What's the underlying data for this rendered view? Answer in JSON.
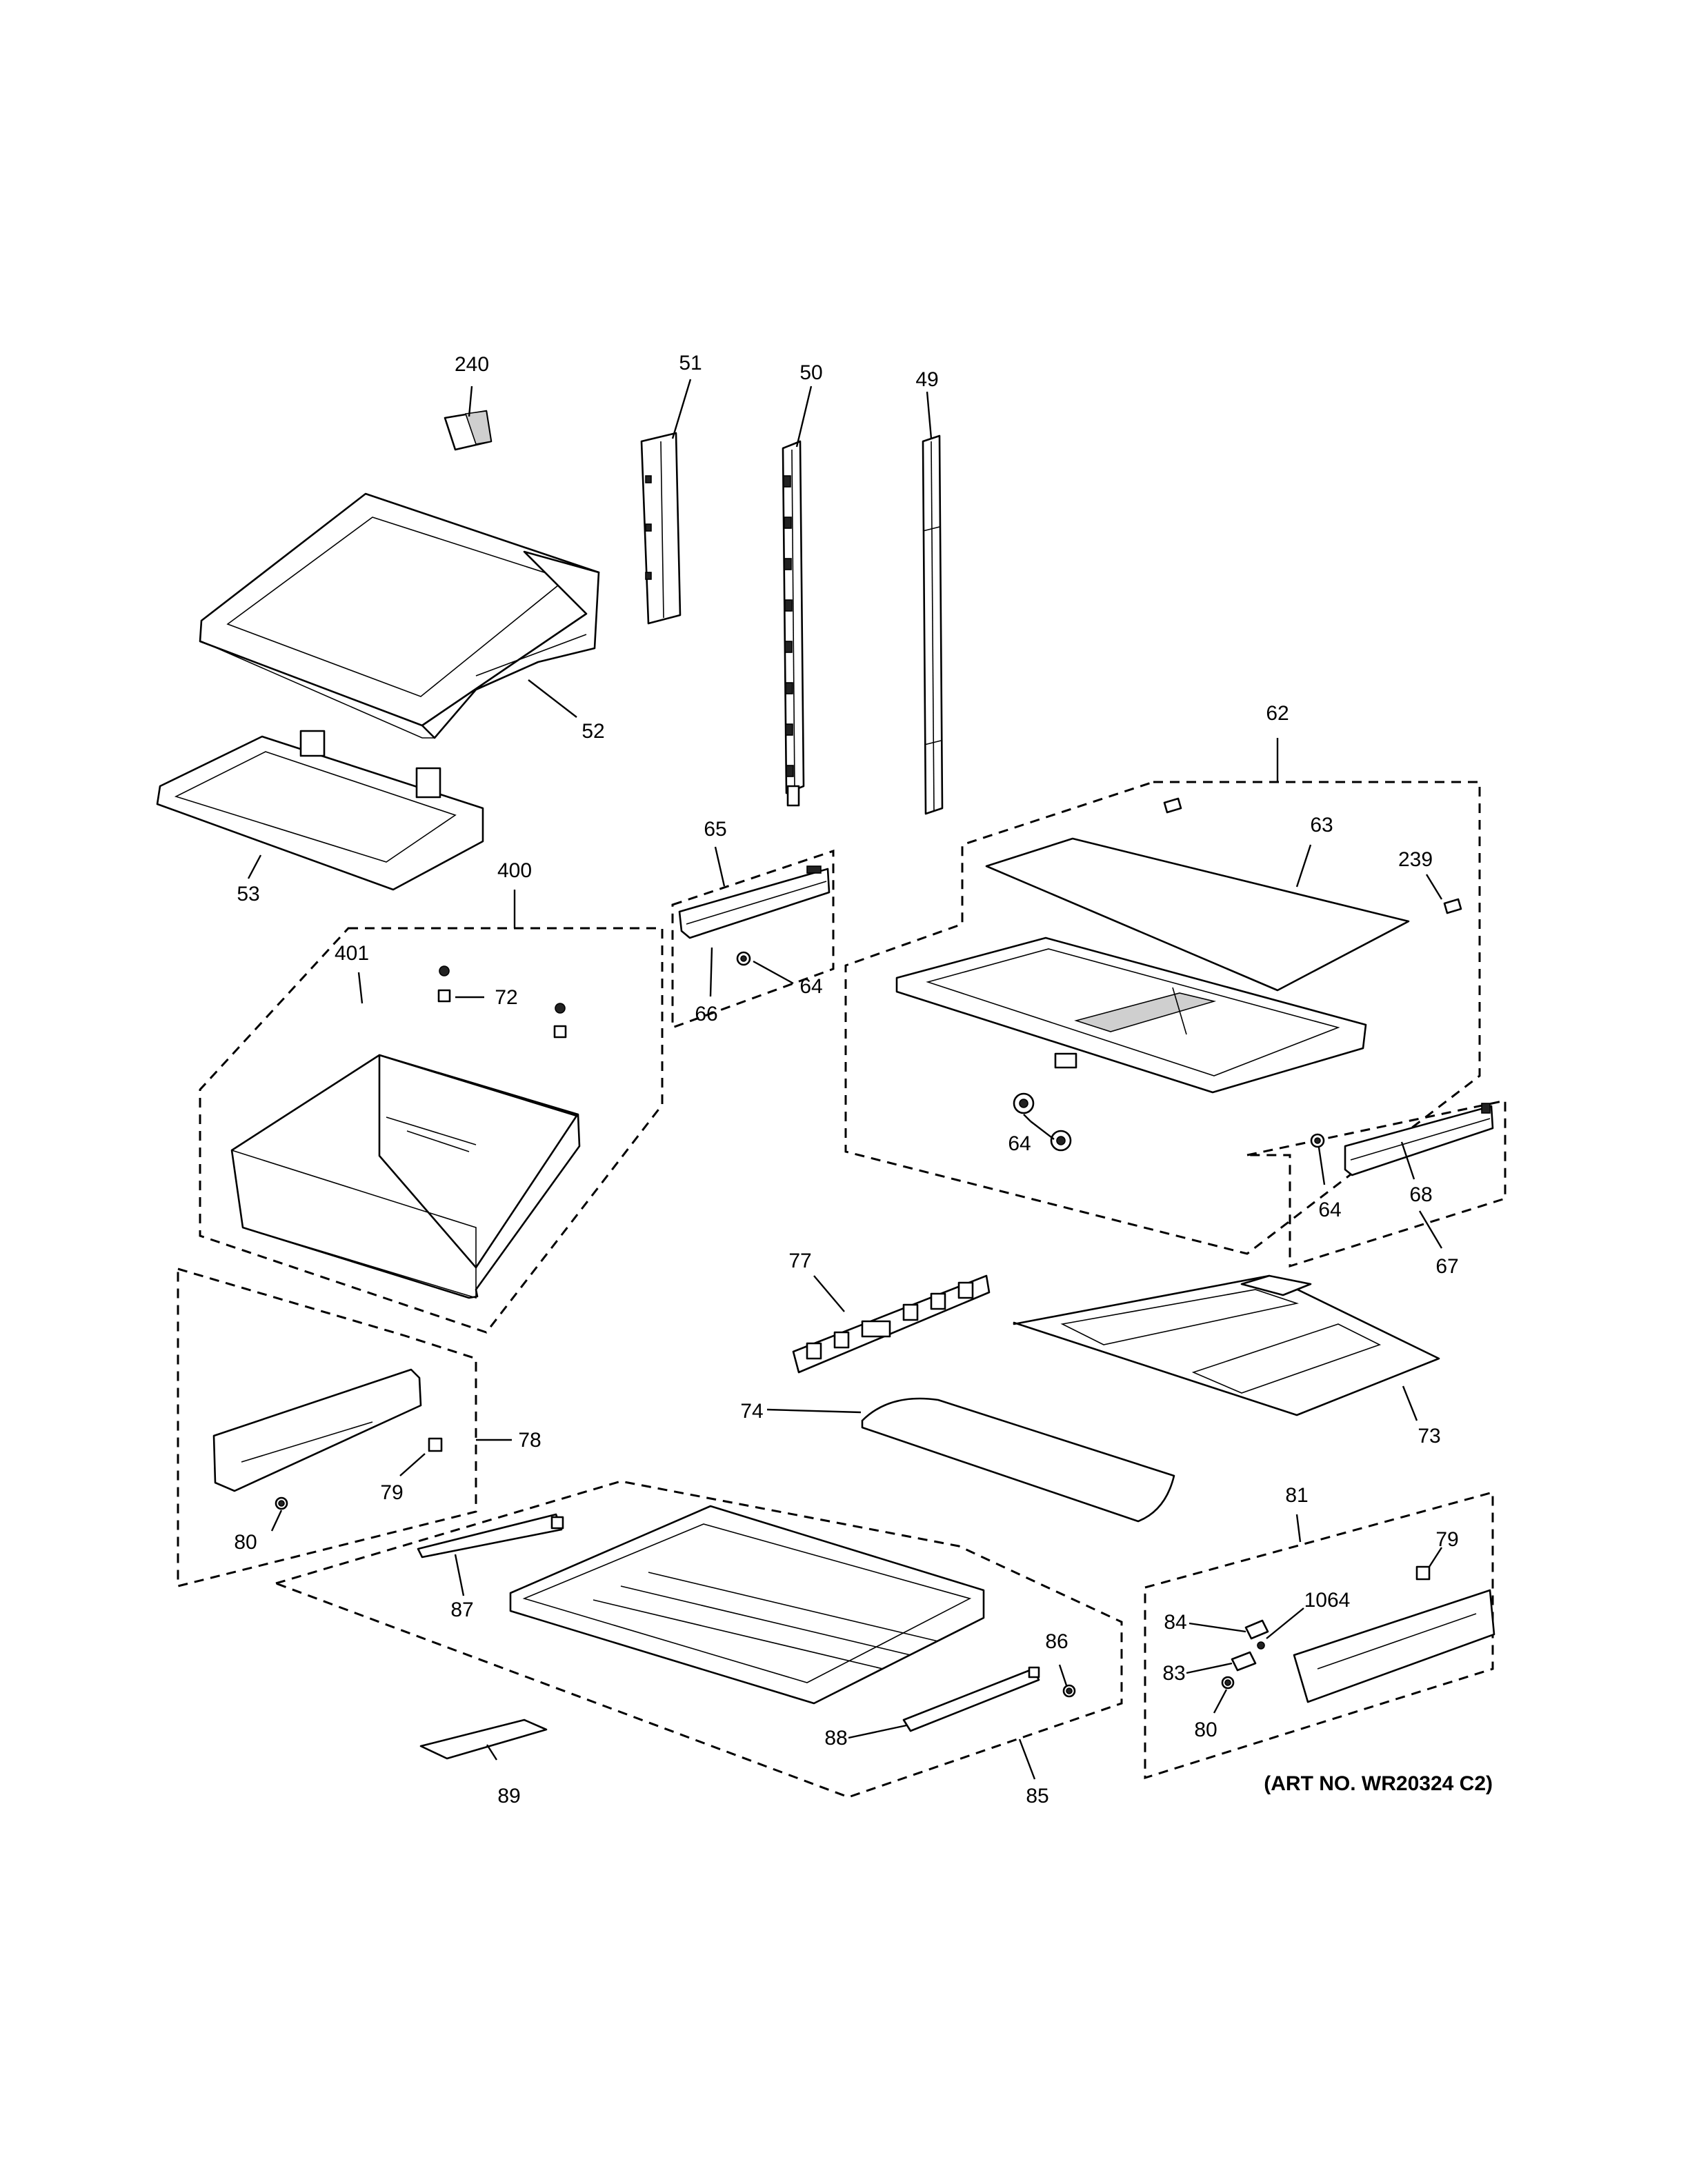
{
  "diagram": {
    "callouts": {
      "c240": "240",
      "c51": "51",
      "c50": "50",
      "c49": "49",
      "c52": "52",
      "c53": "53",
      "c62": "62",
      "c63": "63",
      "c239": "239",
      "c65": "65",
      "c64a": "64",
      "c66": "66",
      "c400": "400",
      "c401": "401",
      "c72": "72",
      "c64b": "64",
      "c64c": "64",
      "c68": "68",
      "c67": "67",
      "c77": "77",
      "c74": "74",
      "c73": "73",
      "c78": "78",
      "c79a": "79",
      "c80a": "80",
      "c81": "81",
      "c79b": "79",
      "c1064": "1064",
      "c84": "84",
      "c83": "83",
      "c80b": "80",
      "c87": "87",
      "c86": "86",
      "c88": "88",
      "c85": "85",
      "c89": "89"
    },
    "art_number": "(ART NO. WR20324 C2)"
  }
}
